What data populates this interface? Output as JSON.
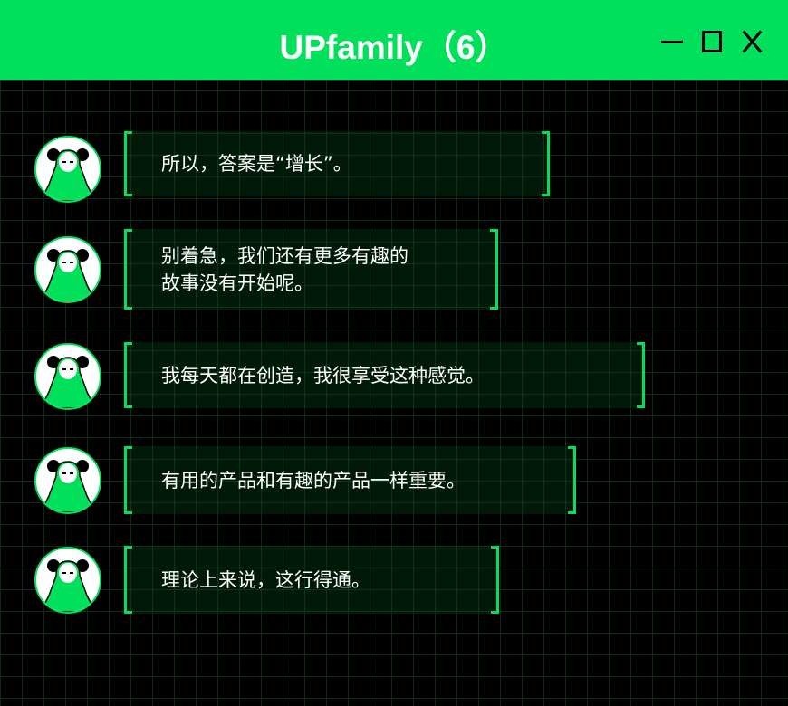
{
  "window": {
    "title": "UPfamily（6）",
    "minimize": "minimize",
    "maximize": "maximize",
    "close": "close"
  },
  "messages": [
    {
      "text": "所以，答案是“增长”。"
    },
    {
      "text": "别着急，我们还有更多有趣的\n故事没有开始呢。"
    },
    {
      "text": "我每天都在创造，我很享受这种感觉。"
    },
    {
      "text": "有用的产品和有趣的产品一样重要。"
    },
    {
      "text": "理论上来说，这行得通。"
    }
  ],
  "colors": {
    "accent": "#00e05a",
    "background": "#000000"
  }
}
